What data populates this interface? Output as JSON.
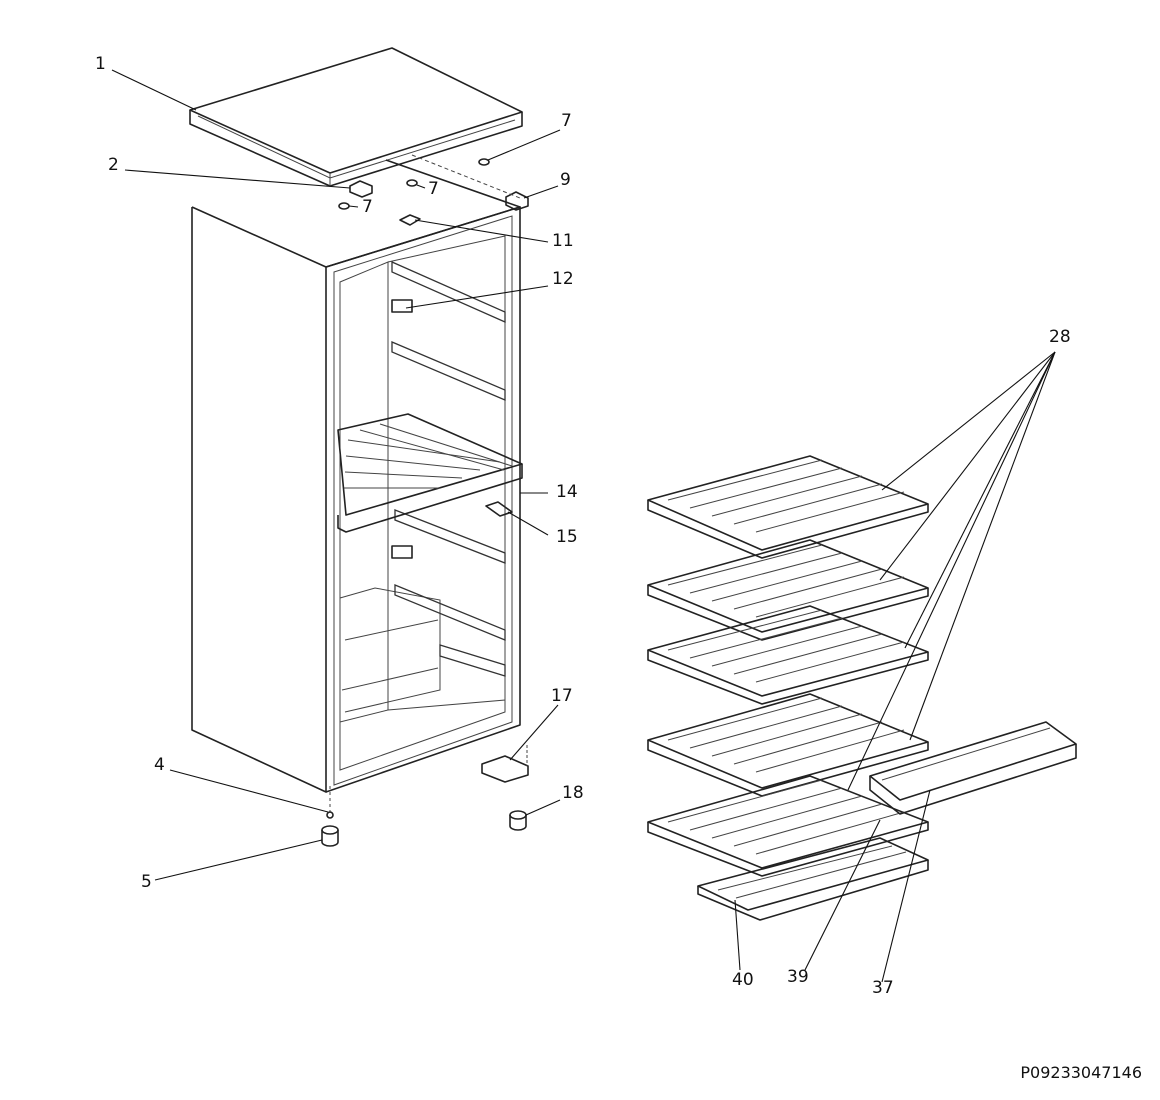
{
  "callouts": {
    "c1": "1",
    "c2": "2",
    "c4": "4",
    "c5": "5",
    "c7a": "7",
    "c7b": "7",
    "c7c": "7",
    "c9": "9",
    "c11": "11",
    "c12": "12",
    "c14": "14",
    "c15": "15",
    "c17": "17",
    "c18": "18",
    "c28": "28",
    "c37": "37",
    "c39": "39",
    "c40": "40"
  },
  "document_code": "P09233047146"
}
